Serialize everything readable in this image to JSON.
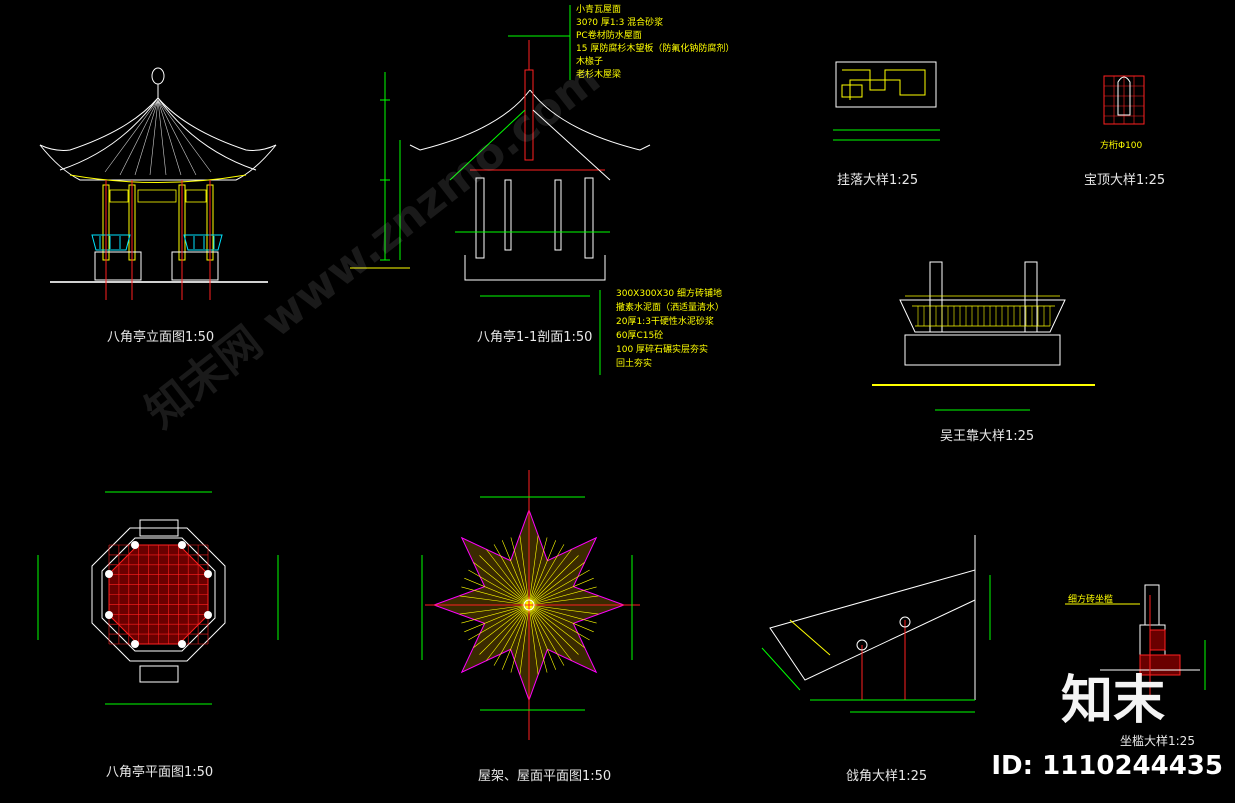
{
  "captions": {
    "elevation": "八角亭立面图1:50",
    "section": "八角亭1-1剖面1:50",
    "guaLuo": "挂落大样1:25",
    "baoDing": "宝顶大样1:25",
    "wuWangKao": "吴王靠大样1:25",
    "plan": "八角亭平面图1:50",
    "roofPlan": "屋架、屋面平面图1:50",
    "qiangJiao": "戗角大样1:25",
    "zuoLan": "坐槛大样1:25"
  },
  "section_notes_top": [
    "小青瓦屋面",
    "30?0 厚1:3 混合砂浆",
    "PC卷材防水屋面",
    "15 厚防腐杉木望板（防氟化钠防腐剂）",
    "木椽子",
    "老杉木屋梁"
  ],
  "section_notes_bottom": [
    "300X300X30 细方砖铺地",
    "撒素水泥面（洒适量清水）",
    "20厚1:3干硬性水泥砂浆",
    "60厚C15砼",
    "100 厚碎石碾实层夯实",
    "回土夯实"
  ],
  "baoding_label": "方桁Φ100",
  "zuolan_label": "细方砖坐槛",
  "brand_text": "知末",
  "brand_id": "ID: 1110244435",
  "watermark_text": "知末网 www.znzmo.com",
  "colors": {
    "background": "#000000",
    "line": "#ffffff",
    "yellow": "#ffff00",
    "green": "#00ff00",
    "red": "#ff2020",
    "cyan": "#00e5ff",
    "magenta": "#ff00ff"
  }
}
